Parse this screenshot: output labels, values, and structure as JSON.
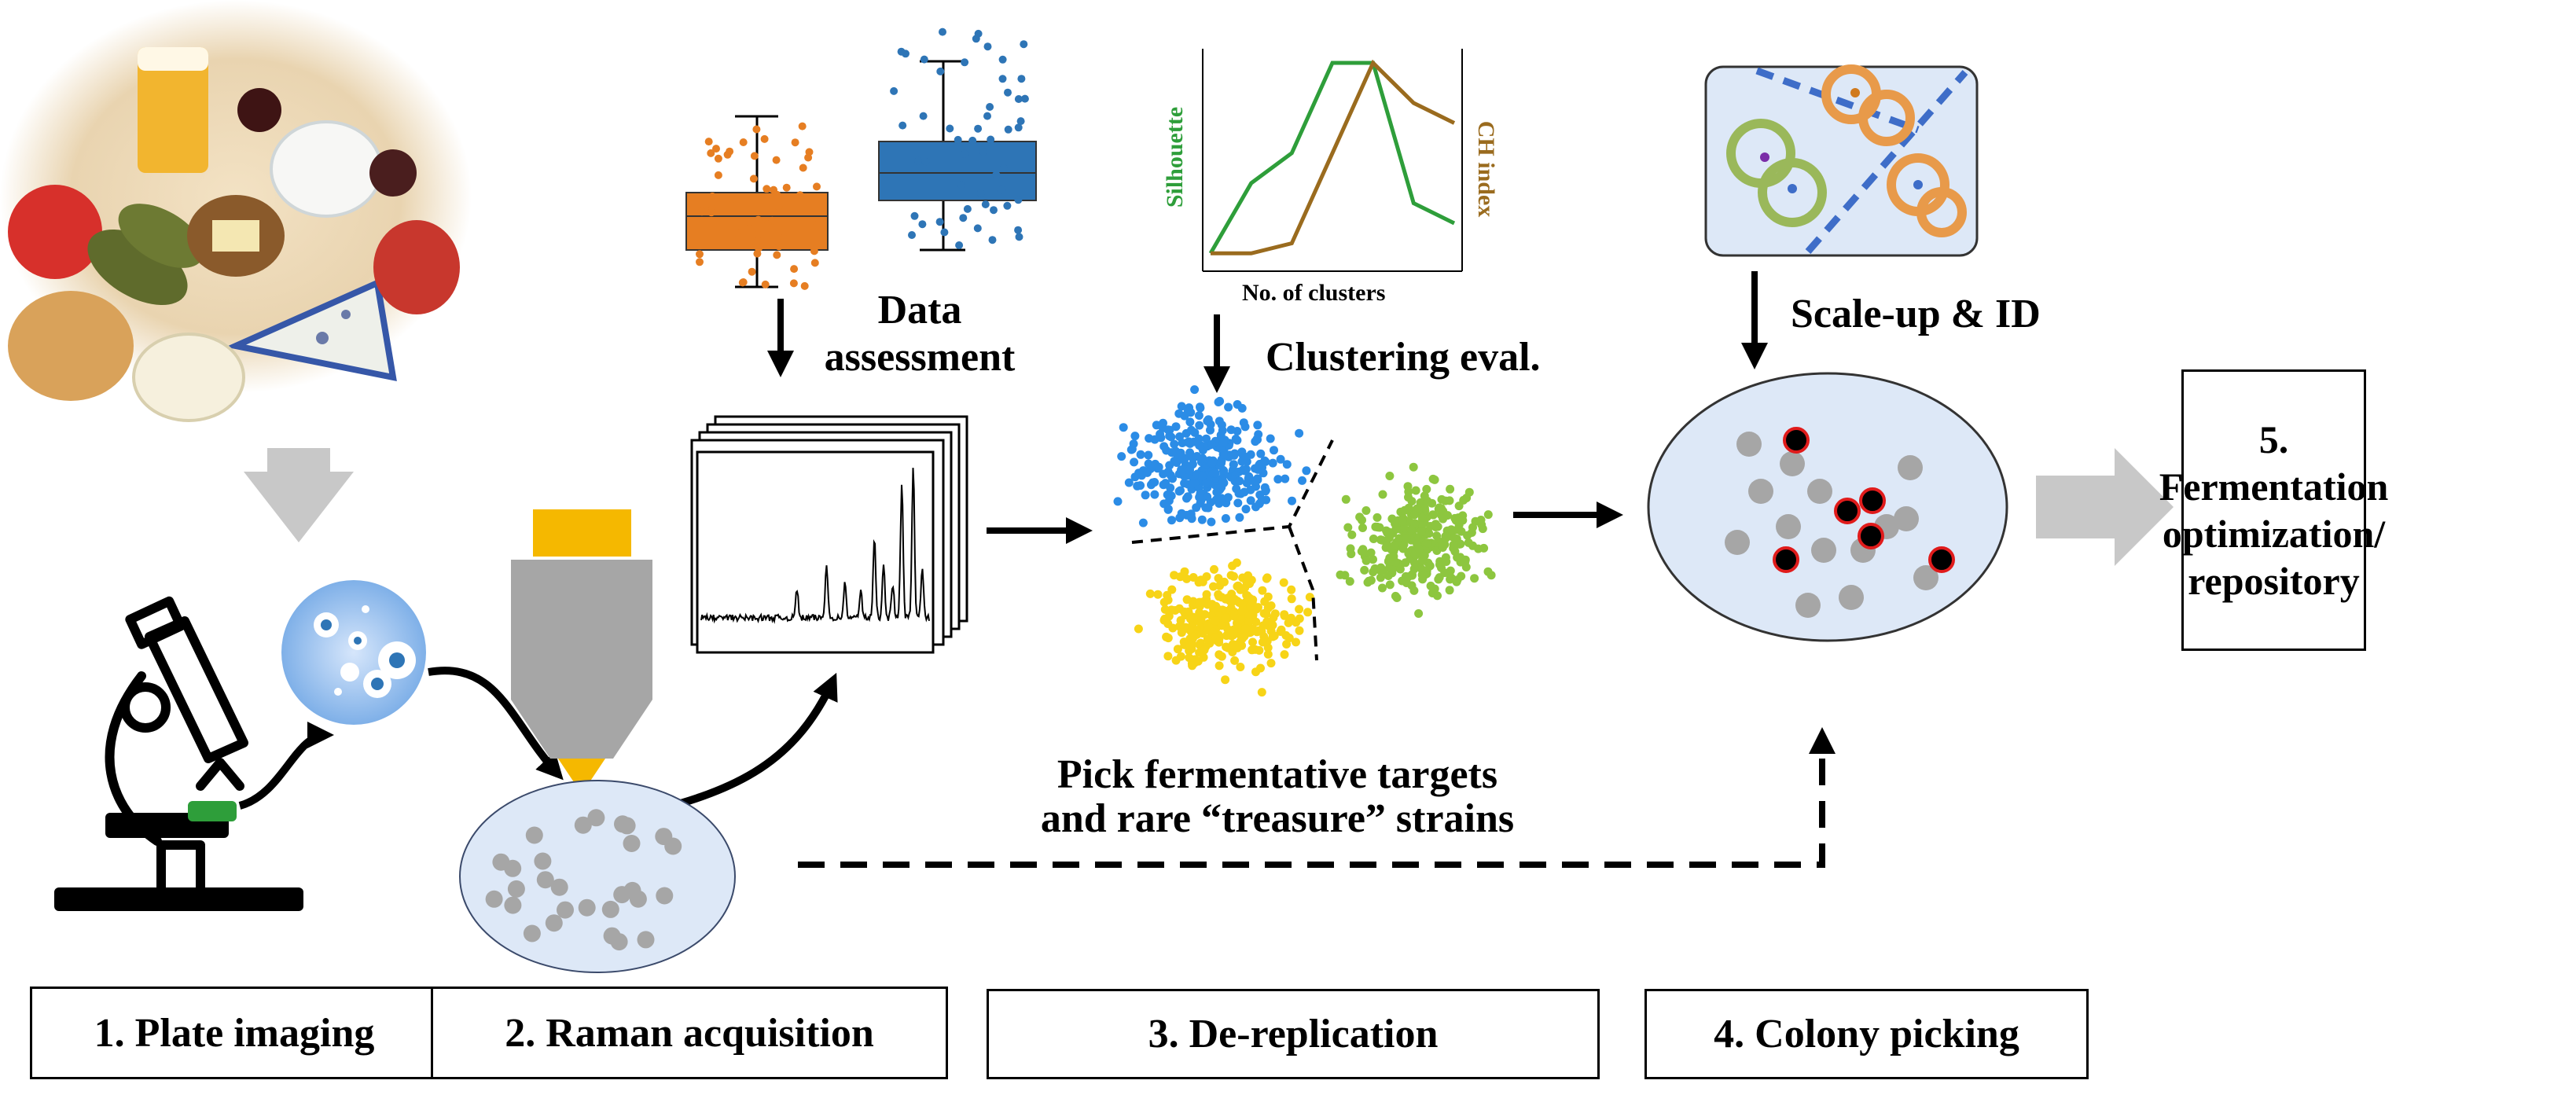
{
  "labels": {
    "data_assessment_line1": "Data",
    "data_assessment_line2": "assessment",
    "clustering_eval": "Clustering eval.",
    "scale_up": "Scale-up & ID",
    "pick_line1": "Pick fermentative targets",
    "pick_line2": "and rare “treasure” strains",
    "silhouette": "Silhouette",
    "ch_index": "CH index",
    "no_of_clusters": "No. of clusters"
  },
  "steps": {
    "step1": "1. Plate imaging",
    "step2": "2. Raman acquisition",
    "step3": "3. De-replication",
    "step4": "4. Colony picking",
    "step5_line1": "5. Fermentation",
    "step5_line2": "optimization/",
    "step5_line3": "repository"
  },
  "colors": {
    "orange": "#e67e22",
    "blue": "#2e75b6",
    "green": "#2e9e3a",
    "brown": "#9a6b1e",
    "cluster_blue": "#2b8ce6",
    "cluster_yellow": "#f7d417",
    "cluster_green": "#8dc63f",
    "dish_fill": "#dde8f7",
    "gray": "#a6a6a6",
    "gold": "#f5b800"
  },
  "chart_data": {
    "type": "line",
    "xlabel": "No. of clusters",
    "ylabel": "Silhouette",
    "y2label": "CH index",
    "x": [
      1,
      2,
      3,
      4,
      5,
      6,
      7
    ],
    "series": [
      {
        "name": "Silhouette",
        "values": [
          0.05,
          0.4,
          0.55,
          1.0,
          1.0,
          0.3,
          0.2
        ]
      },
      {
        "name": "CH index",
        "values": [
          0.05,
          0.05,
          0.1,
          0.55,
          1.0,
          0.8,
          0.7
        ]
      }
    ]
  }
}
